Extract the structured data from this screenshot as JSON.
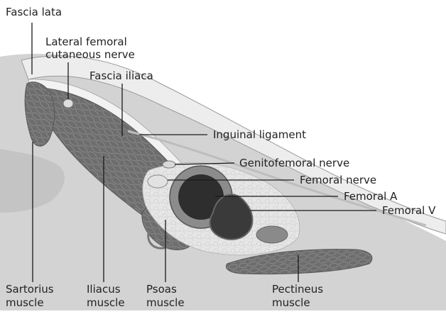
{
  "labels": {
    "fascia_lata": "Fascia lata",
    "lateral_femoral_line1": "Lateral femoral",
    "lateral_femoral_line2": "cutaneous nerve",
    "fascia_iliaca": "Fascia iliaca",
    "inguinal_ligament": "Inguinal ligament",
    "genitofemoral_nerve": "Genitofemoral nerve",
    "femoral_nerve": "Femoral nerve",
    "femoral_artery": "Femoral A",
    "femoral_vein": "Femoral V",
    "sartorius_line1": "Sartorius",
    "sartorius_line2": "muscle",
    "iliacus_line1": "Iliacus",
    "iliacus_line2": "muscle",
    "psoas_line1": "Psoas",
    "psoas_line2": "muscle",
    "pectineus_line1": "Pectineus",
    "pectineus_line2": "muscle"
  },
  "colors": {
    "bone": "#cfcfcf",
    "fascia": "#ececec",
    "muscle": "#6d6d6d",
    "muscle_fiber": "#8a8a8a",
    "vessel_dark": "#2e2e2e",
    "vessel_ring": "#8c8c8c",
    "leader_line": "#1a1a1a",
    "fat": "#a9a9a9"
  }
}
